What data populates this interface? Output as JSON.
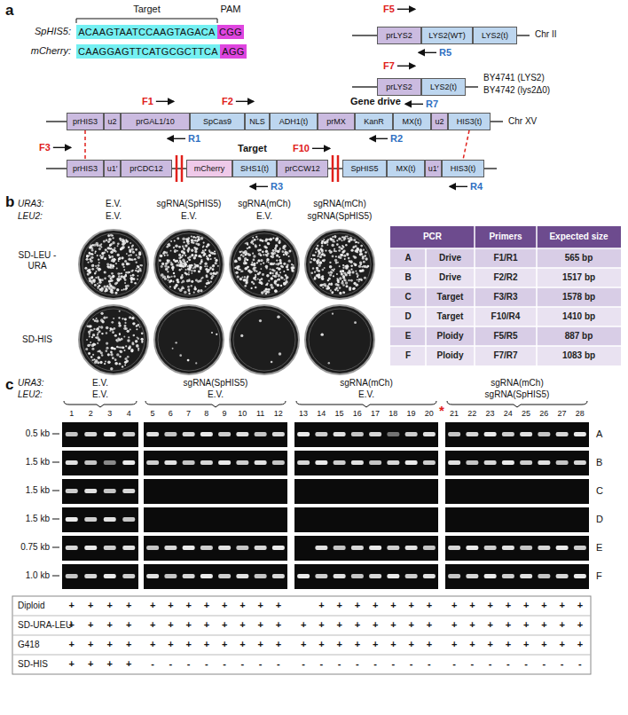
{
  "diagram": {
    "nodes": [
      {
        "text": [
          "ACAAGTAATCCAAGTAGACA"
        ]
      },
      {
        "text": [
          "CGG"
        ]
      },
      {
        "text": [
          "CAAGGAGTTCATGCGCTTCA"
        ]
      },
      {
        "text": [
          "AGG"
        ]
      },
      {
        "text": [
          "prLYS2"
        ]
      },
      {
        "text": [
          "LYS2(WT)"
        ]
      },
      {
        "text": [
          "LYS2(t)"
        ]
      },
      {
        "text": [
          "prLYS2"
        ]
      },
      {
        "text": [
          "LYS2(t)"
        ]
      },
      {
        "text": [
          "prHIS3"
        ]
      },
      {
        "text": [
          "u2"
        ]
      },
      {
        "text": [
          "prGAL1/10"
        ]
      },
      {
        "text": [
          "SpCas9"
        ]
      },
      {
        "text": [
          "NLS"
        ]
      },
      {
        "text": [
          "ADH1(t)"
        ]
      },
      {
        "text": [
          "prMX"
        ]
      },
      {
        "text": [
          "KanR"
        ]
      },
      {
        "text": [
          "MX(t)"
        ]
      },
      {
        "text": [
          "u2"
        ]
      },
      {
        "text": [
          "HIS3(t)"
        ]
      },
      {
        "text": [
          "prHIS3"
        ]
      },
      {
        "text": [
          "u1′"
        ]
      },
      {
        "text": [
          "prCDC12"
        ]
      },
      {
        "text": [
          "mCherry"
        ]
      },
      {
        "text": [
          "SHS1(t)"
        ]
      },
      {
        "text": [
          "prCCW12"
        ]
      },
      {
        "text": [
          "SpHIS5"
        ]
      },
      {
        "text": [
          "MX(t)"
        ]
      },
      {
        "text": [
          "u1′"
        ]
      },
      {
        "text": [
          "HIS3(t)"
        ]
      }
    ],
    "edges": [
      {
        "from": 9,
        "to": 20,
        "arrow": "none"
      },
      {
        "from": 19,
        "to": 29,
        "arrow": "none"
      }
    ],
    "labels": [
      "a",
      "Target",
      "PAM",
      "SpHIS5:",
      "mCherry:",
      "F5",
      "R5",
      "Chr II",
      "F7",
      "R7",
      "BY4741 (LYS2)",
      "BY4742 (lys2Δ0)",
      "F1",
      "F2",
      "Gene drive",
      "R1",
      "R2",
      "Chr XV",
      "F3",
      "F10",
      "Target",
      "R3",
      "R4",
      "b",
      "URA3:",
      "LEU2:",
      "E.V.",
      "E.V.",
      "sgRNA(SpHIS5)",
      "E.V.",
      "sgRNA(mCh)",
      "E.V.",
      "sgRNA(mCh)",
      "sgRNA(SpHIS5)",
      "SD-LEU -URA",
      "SD-HIS",
      "PCR",
      "Primers",
      "Expected size",
      "A",
      "Drive",
      "F1/R1",
      "565 bp",
      "B",
      "Drive",
      "F2/R2",
      "1517 bp",
      "C",
      "Target",
      "F3/R3",
      "1578 bp",
      "D",
      "Target",
      "F10/R4",
      "1410 bp",
      "E",
      "Ploidy",
      "F5/R5",
      "887 bp",
      "F",
      "Ploidy",
      "F7/R7",
      "1083 bp",
      "c",
      "URA3:",
      "LEU2:",
      "E.V.",
      "E.V.",
      "sgRNA(SpHIS5)",
      "E.V.",
      "sgRNA(mCh)",
      "E.V.",
      "sgRNA(mCh)",
      "sgRNA(SpHIS5)",
      "1",
      "2",
      "3",
      "4",
      "5",
      "6",
      "7",
      "8",
      "9",
      "10",
      "11",
      "12",
      "13",
      "14",
      "15",
      "16",
      "17",
      "18",
      "19",
      "20",
      "21",
      "22",
      "23",
      "24",
      "25",
      "26",
      "27",
      "28",
      "*",
      "0.5 kb",
      "1.5 kb",
      "1.5 kb",
      "1.5 kb",
      "0.75 kb",
      "1.0 kb",
      "A",
      "B",
      "C",
      "D",
      "E",
      "F",
      "Diploid",
      "SD-URA-LEU",
      "G418",
      "SD-HIS",
      "+",
      "+",
      "+",
      "+",
      "+",
      "+",
      "+",
      "+",
      "+",
      "+",
      "+",
      "+",
      "+",
      "+",
      "+",
      "+",
      "+",
      "+",
      "+",
      "+",
      "+",
      "+",
      "+",
      "+",
      "+",
      "+",
      "+",
      "+",
      "+",
      "+",
      "+",
      "+",
      "+",
      "+",
      "+",
      "+",
      "+",
      "+",
      "+",
      "+",
      "+",
      "+",
      "+",
      "+",
      "+",
      "+",
      "+",
      "+",
      "+",
      "+",
      "+",
      "+",
      "+",
      "+",
      "+",
      "+",
      "+",
      "+",
      "+",
      "+",
      "+",
      "+",
      "+",
      "+",
      "+",
      "+",
      "+",
      "+",
      "+",
      "+",
      "+",
      "+",
      "+",
      "+",
      "+",
      "+",
      "+",
      "+",
      "+",
      "+",
      "+",
      "+",
      "+",
      "+",
      "+",
      "+",
      "+",
      "-",
      "-",
      "-",
      "-",
      "-",
      "-",
      "-",
      "-",
      "-",
      "-",
      "-",
      "-",
      "-",
      "-",
      "-",
      "-",
      "-",
      "-",
      "-",
      "-",
      "-",
      "-",
      "-",
      "-"
    ]
  }
}
